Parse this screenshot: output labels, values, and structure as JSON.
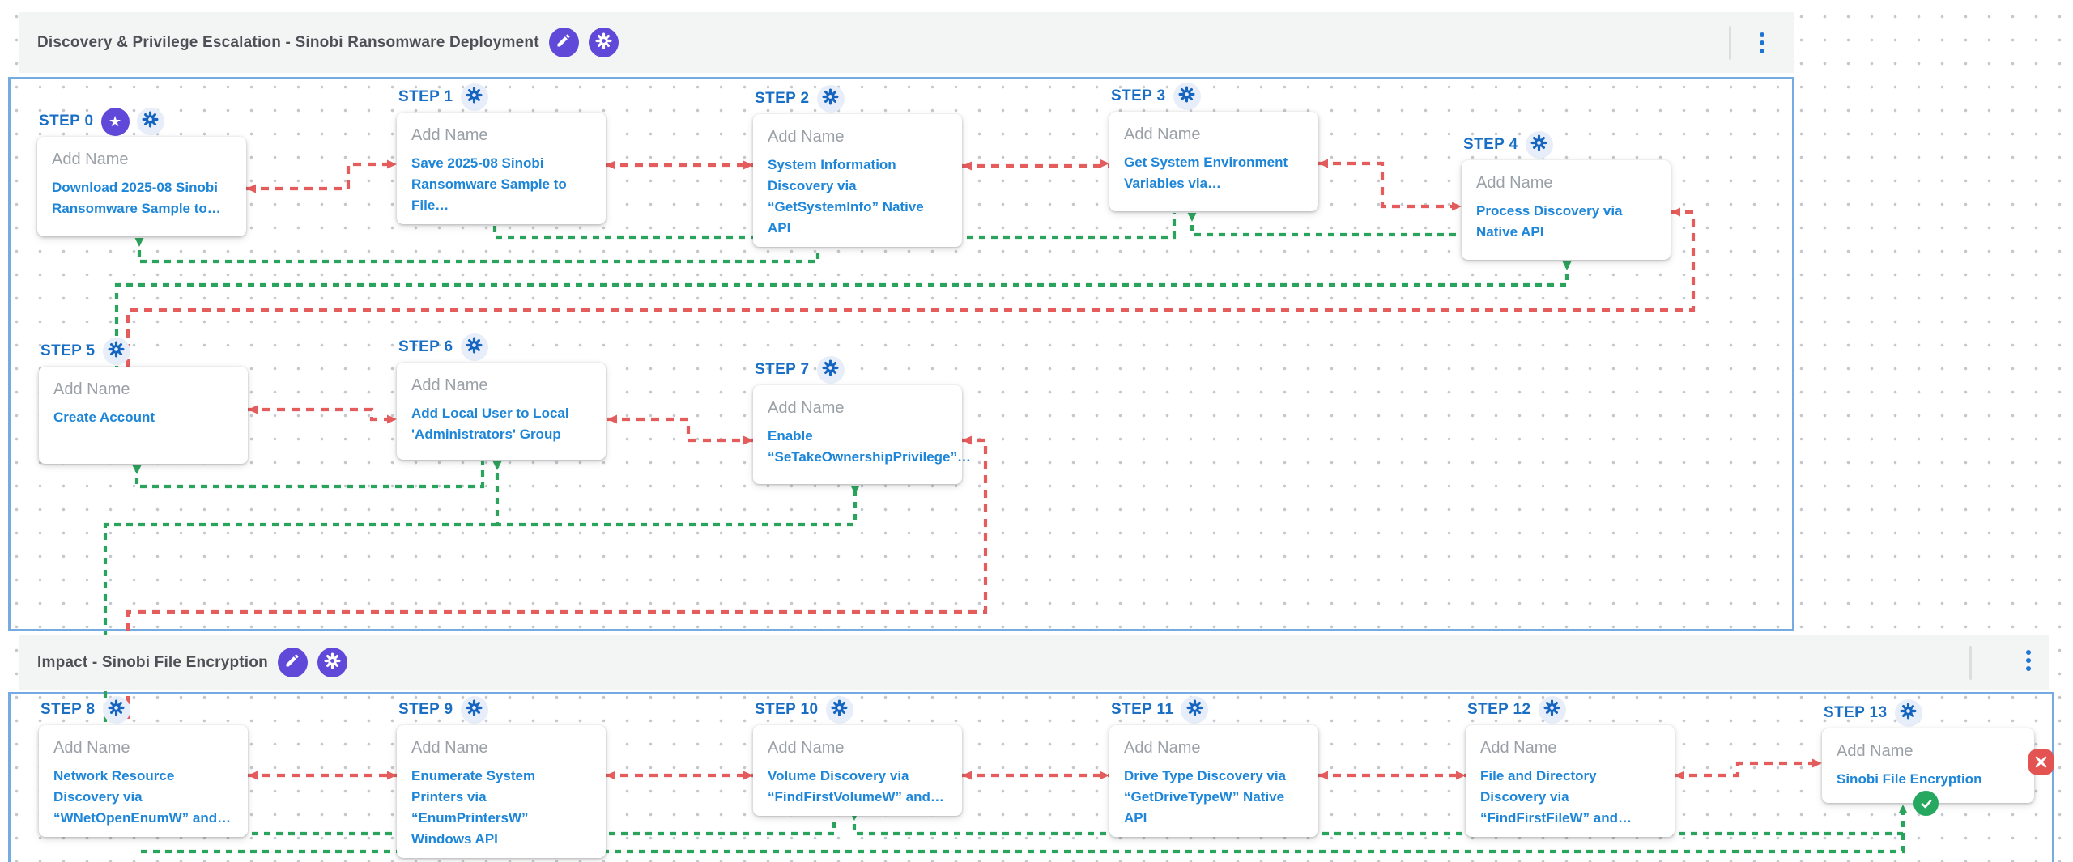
{
  "sections": [
    {
      "title": "Discovery & Privilege Escalation - Sinobi Ransomware Deployment",
      "actions": {
        "edit_icon": "pencil",
        "settings_icon": "gear",
        "menu_icon": "kebab-vertical"
      },
      "steps": [
        {
          "label": "STEP 0",
          "name_placeholder": "Add Name",
          "scenario": "Download 2025-08 Sinobi Ransomware Sample to…",
          "starred": true
        },
        {
          "label": "STEP 1",
          "name_placeholder": "Add Name",
          "scenario": "Save 2025-08 Sinobi Ransomware Sample to File…"
        },
        {
          "label": "STEP 2",
          "name_placeholder": "Add Name",
          "scenario": "System Information Discovery via “GetSystemInfo” Native API"
        },
        {
          "label": "STEP 3",
          "name_placeholder": "Add Name",
          "scenario": "Get System Environment Variables via…"
        },
        {
          "label": "STEP 4",
          "name_placeholder": "Add Name",
          "scenario": "Process Discovery via Native API"
        },
        {
          "label": "STEP 5",
          "name_placeholder": "Add Name",
          "scenario": "Create Account"
        },
        {
          "label": "STEP 6",
          "name_placeholder": "Add Name",
          "scenario": "Add Local User to Local 'Administrators' Group"
        },
        {
          "label": "STEP 7",
          "name_placeholder": "Add Name",
          "scenario": "Enable “SeTakeOwnershipPrivilege”…"
        }
      ]
    },
    {
      "title": "Impact - Sinobi File Encryption",
      "actions": {
        "edit_icon": "pencil",
        "settings_icon": "gear",
        "menu_icon": "kebab-vertical"
      },
      "steps": [
        {
          "label": "STEP 8",
          "name_placeholder": "Add Name",
          "scenario": "Network Resource Discovery via “WNetOpenEnumW” and…"
        },
        {
          "label": "STEP 9",
          "name_placeholder": "Add Name",
          "scenario": "Enumerate System Printers via “EnumPrintersW” Windows API"
        },
        {
          "label": "STEP 10",
          "name_placeholder": "Add Name",
          "scenario": "Volume Discovery via “FindFirstVolumeW” and…"
        },
        {
          "label": "STEP 11",
          "name_placeholder": "Add Name",
          "scenario": "Drive Type Discovery via “GetDriveTypeW” Native API"
        },
        {
          "label": "STEP 12",
          "name_placeholder": "Add Name",
          "scenario": "File and Directory Discovery via “FindFirstFileW” and…"
        },
        {
          "label": "STEP 13",
          "name_placeholder": "Add Name",
          "scenario": "Sinobi File Encryption",
          "status_badges": [
            "failed",
            "passed"
          ]
        }
      ]
    }
  ],
  "colors": {
    "accent_purple": "#6049d8",
    "step_label_blue": "#1a6fc4",
    "scenario_link_blue": "#1d86d8",
    "connector_green": "#2aa35c",
    "connector_red": "#e45c5c",
    "section_border_blue": "#74abe2",
    "failed_badge_red": "#e25352",
    "passed_badge_green": "#27a860",
    "gear_icon_blue": "#1565c0"
  }
}
